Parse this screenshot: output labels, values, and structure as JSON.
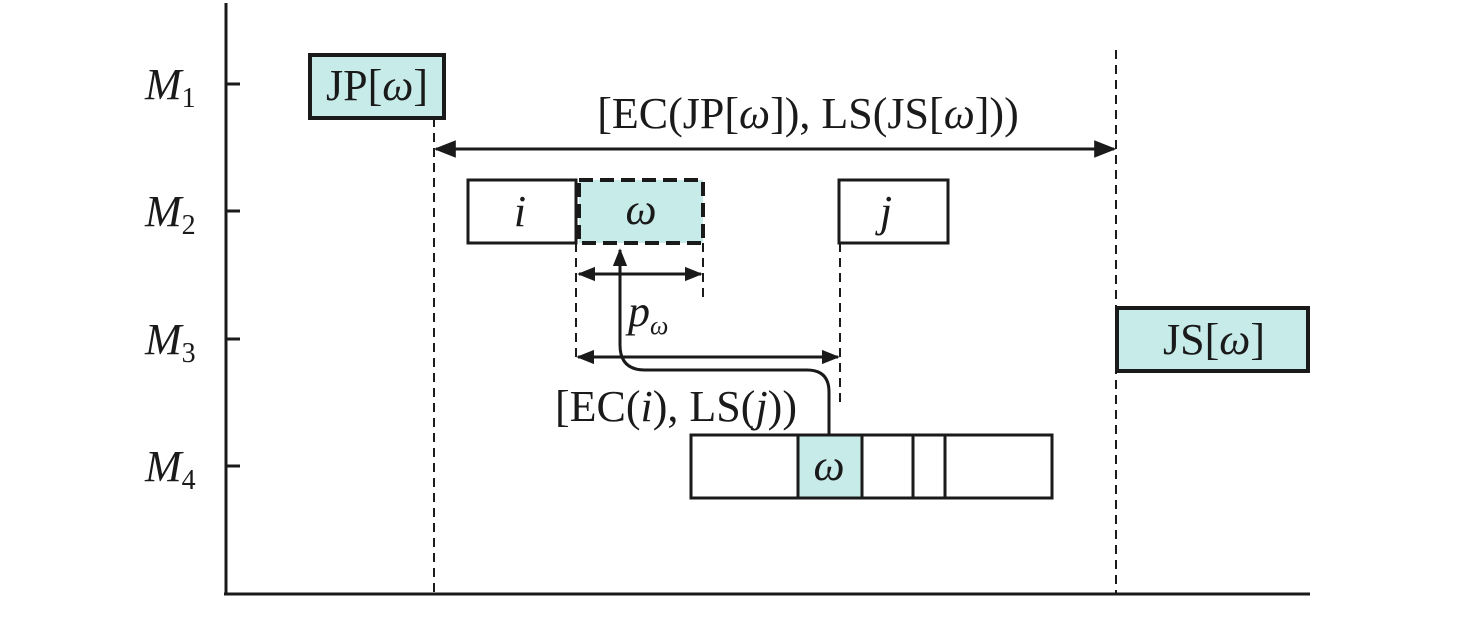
{
  "colors": {
    "highlight": "#c6ebe9",
    "stroke": "#1a1a1a",
    "background": "#ffffff"
  },
  "machines": [
    {
      "id": "m1",
      "letter": "M",
      "sub": "1"
    },
    {
      "id": "m2",
      "letter": "M",
      "sub": "2"
    },
    {
      "id": "m3",
      "letter": "M",
      "sub": "3"
    },
    {
      "id": "m4",
      "letter": "M",
      "sub": "4"
    }
  ],
  "ops": {
    "jp_prefix": "JP[",
    "js_prefix": "JS[",
    "omega": "ω",
    "close_bracket": "]",
    "i": "i",
    "j": "j"
  },
  "window_outer": {
    "open": "[EC(JP[",
    "omega1": "ω",
    "mid": "]), LS(JS[",
    "omega2": "ω",
    "close": "]))"
  },
  "window_inner": {
    "open": "[EC(",
    "i": "i",
    "mid": "), LS(",
    "j": "j",
    "close": "))"
  },
  "processing_time": {
    "p": "p",
    "sub": "ω"
  }
}
